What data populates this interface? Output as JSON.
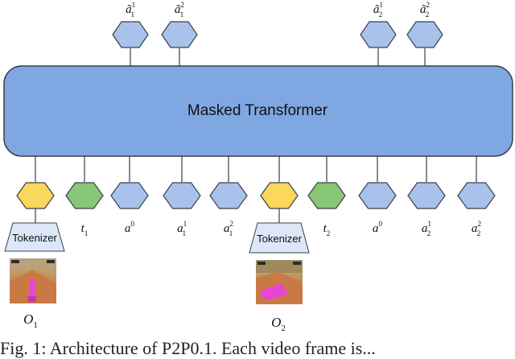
{
  "transformer": {
    "label": "Masked Transformer"
  },
  "colors": {
    "transformer_fill": "#7fa7e2",
    "action_token": "#a8c2ec",
    "observation_token": "#fbd75b",
    "text_token": "#88c776",
    "tokenizer_fill": "#dde7f8"
  },
  "predicted_tokens": [
    {
      "base": "ã",
      "sub": "1",
      "sup": "1"
    },
    {
      "base": "ã",
      "sub": "1",
      "sup": "2"
    },
    {
      "base": "ã",
      "sub": "2",
      "sup": "1"
    },
    {
      "base": "ã",
      "sub": "2",
      "sup": "2"
    }
  ],
  "input_tokens": [
    {
      "kind": "observation",
      "base": "",
      "sub": "",
      "sup": ""
    },
    {
      "kind": "text",
      "base": "t",
      "sub": "1",
      "sup": ""
    },
    {
      "kind": "action",
      "base": "a",
      "sub": "",
      "sup": "0"
    },
    {
      "kind": "action",
      "base": "a",
      "sub": "1",
      "sup": "1"
    },
    {
      "kind": "action",
      "base": "a",
      "sub": "1",
      "sup": "2"
    },
    {
      "kind": "observation",
      "base": "",
      "sub": "",
      "sup": ""
    },
    {
      "kind": "text",
      "base": "t",
      "sub": "2",
      "sup": ""
    },
    {
      "kind": "action",
      "base": "a",
      "sub": "",
      "sup": "0"
    },
    {
      "kind": "action",
      "base": "a",
      "sub": "2",
      "sup": "1"
    },
    {
      "kind": "action",
      "base": "a",
      "sub": "2",
      "sup": "2"
    }
  ],
  "tokenizers": [
    {
      "label": "Tokenizer",
      "observation": {
        "base": "O",
        "sub": "1"
      }
    },
    {
      "label": "Tokenizer",
      "observation": {
        "base": "O",
        "sub": "2"
      }
    }
  ],
  "caption": "Fig. 1:  Architecture of P2P0.1.  Each video frame is...",
  "icons": [
    "game-frame-image"
  ]
}
